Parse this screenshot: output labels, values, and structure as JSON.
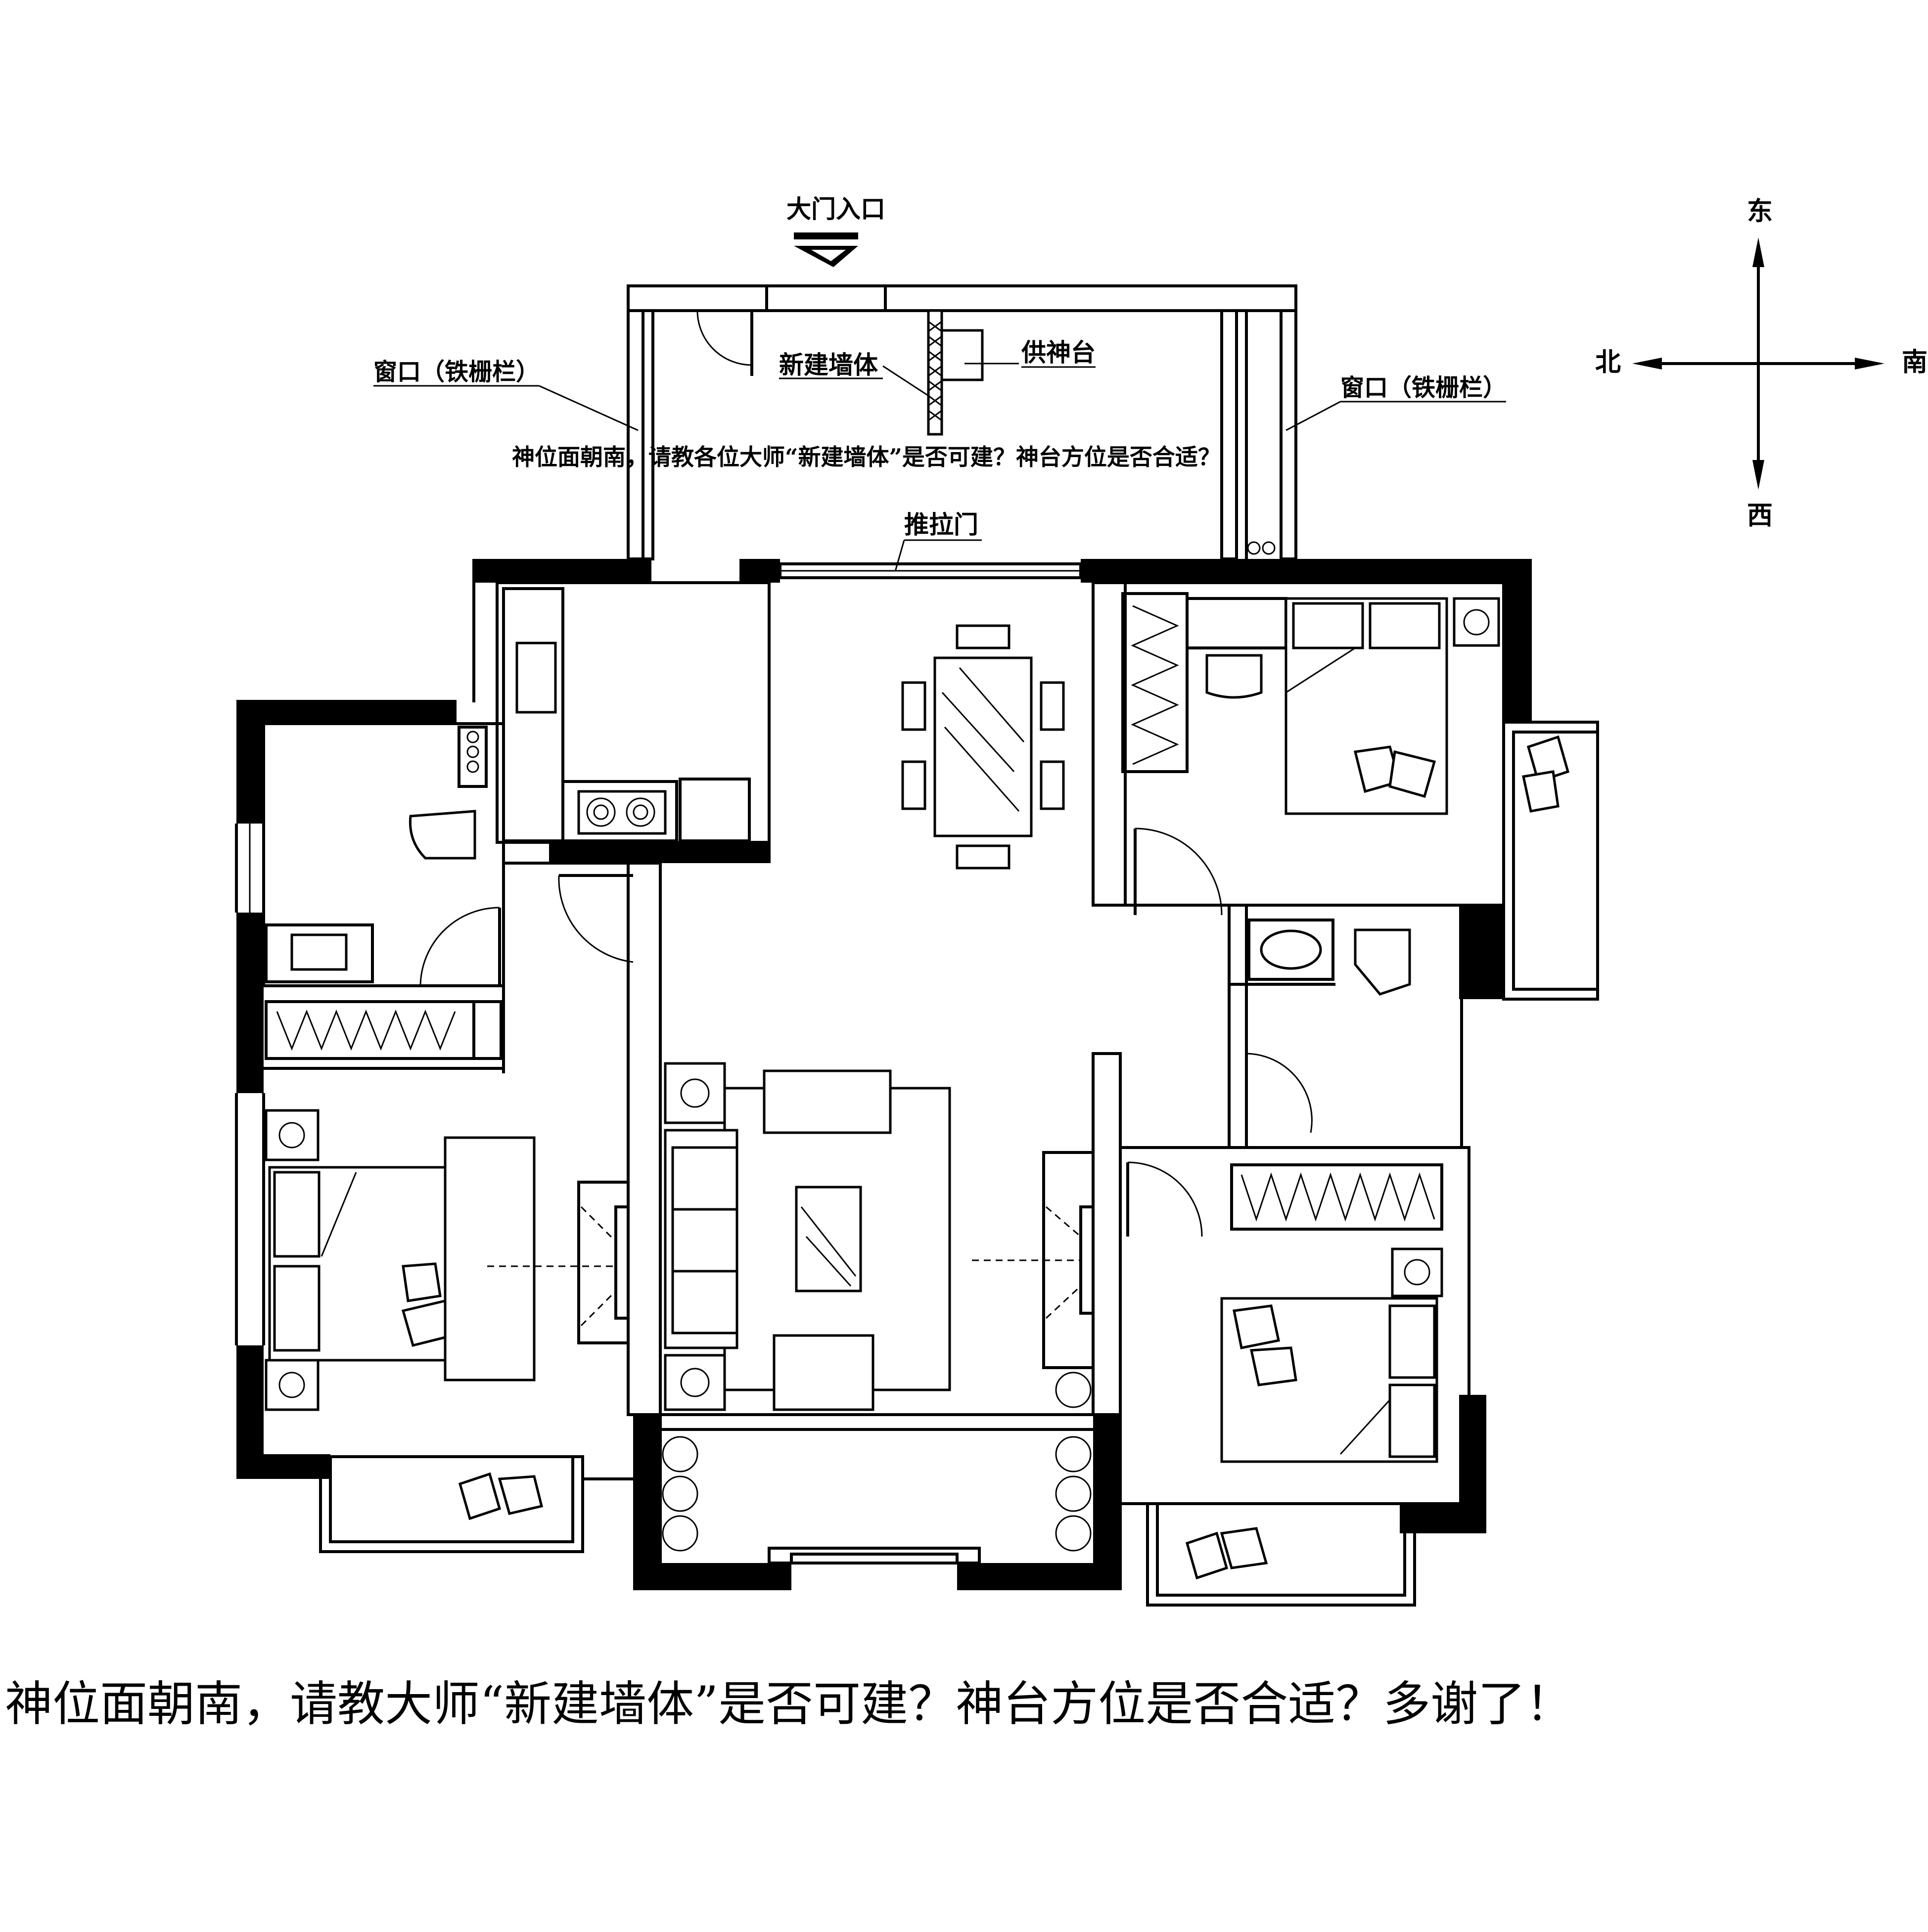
{
  "labels": {
    "entrance": "大门入口",
    "window_left": "窗口（铁栅栏）",
    "window_right": "窗口（铁栅栏）",
    "new_wall": "新建墙体",
    "altar": "供神台",
    "question_inline": "神位面朝南，请教各位大师“新建墙体”是否可建？神台方位是否合适？",
    "sliding_door": "推拉门"
  },
  "compass": {
    "east": "东",
    "west": "西",
    "north": "北",
    "south": "南"
  },
  "caption": "神位面朝南，请教大师“新建墙体”是否可建？神台方位是否合适？多谢了！"
}
